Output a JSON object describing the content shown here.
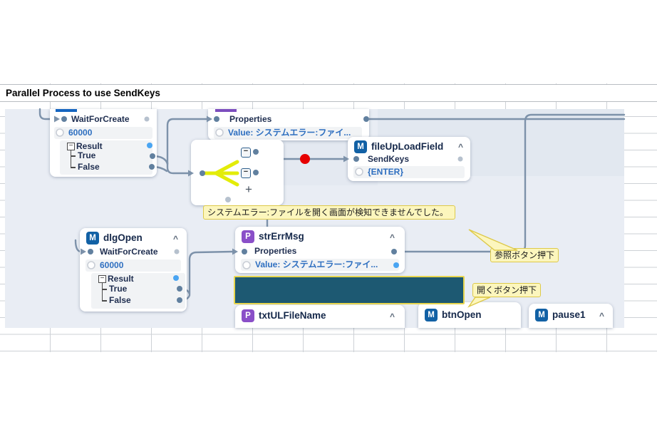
{
  "sheet": {
    "title": "Parallel Process to use SendKeys"
  },
  "ui": {
    "collapse_chevron": "^",
    "branch_toggle": "−",
    "add_branch": "+"
  },
  "nodes": {
    "wait_top": {
      "action": "WaitForCreate",
      "timeout": "60000",
      "result": "Result",
      "true": "True",
      "false": "False"
    },
    "props_top": {
      "action": "Properties",
      "value": "Value: システムエラー:ファイ..."
    },
    "file_upload_field": {
      "badge": "M",
      "title": "fileUpLoadField",
      "action": "SendKeys",
      "value": "{ENTER}"
    },
    "dlg_open": {
      "badge": "M",
      "title": "dlgOpen",
      "action": "WaitForCreate",
      "timeout": "60000",
      "result": "Result",
      "true": "True",
      "false": "False"
    },
    "str_err_msg": {
      "badge": "P",
      "title": "strErrMsg",
      "action": "Properties",
      "value": "Value: システムエラー:ファイ..."
    },
    "txt_ul_filename": {
      "badge": "P",
      "title": "txtULFileName"
    },
    "btn_open": {
      "badge": "M",
      "title": "btnOpen"
    },
    "pause1": {
      "badge": "M",
      "title": "pause1"
    }
  },
  "annotations": {
    "error_tooltip": "システムエラー:ファイルを開く画面が検知できませんでした。",
    "browse_callout": "参照ボタン押下",
    "open_callout": "開くボタン押下"
  },
  "colors": {
    "module_badge": "#1261a5",
    "property_badge": "#8a4fc8",
    "connector": "#7d92aa",
    "breakpoint": "#e60000",
    "parallel_fork": "#e3ec08",
    "note_bg": "#fcf6bd",
    "note_border": "#ddc94a",
    "redacted_box": "#1d5972",
    "value_text": "#2e6fc0",
    "canvas_bg": "#e9edf4"
  }
}
